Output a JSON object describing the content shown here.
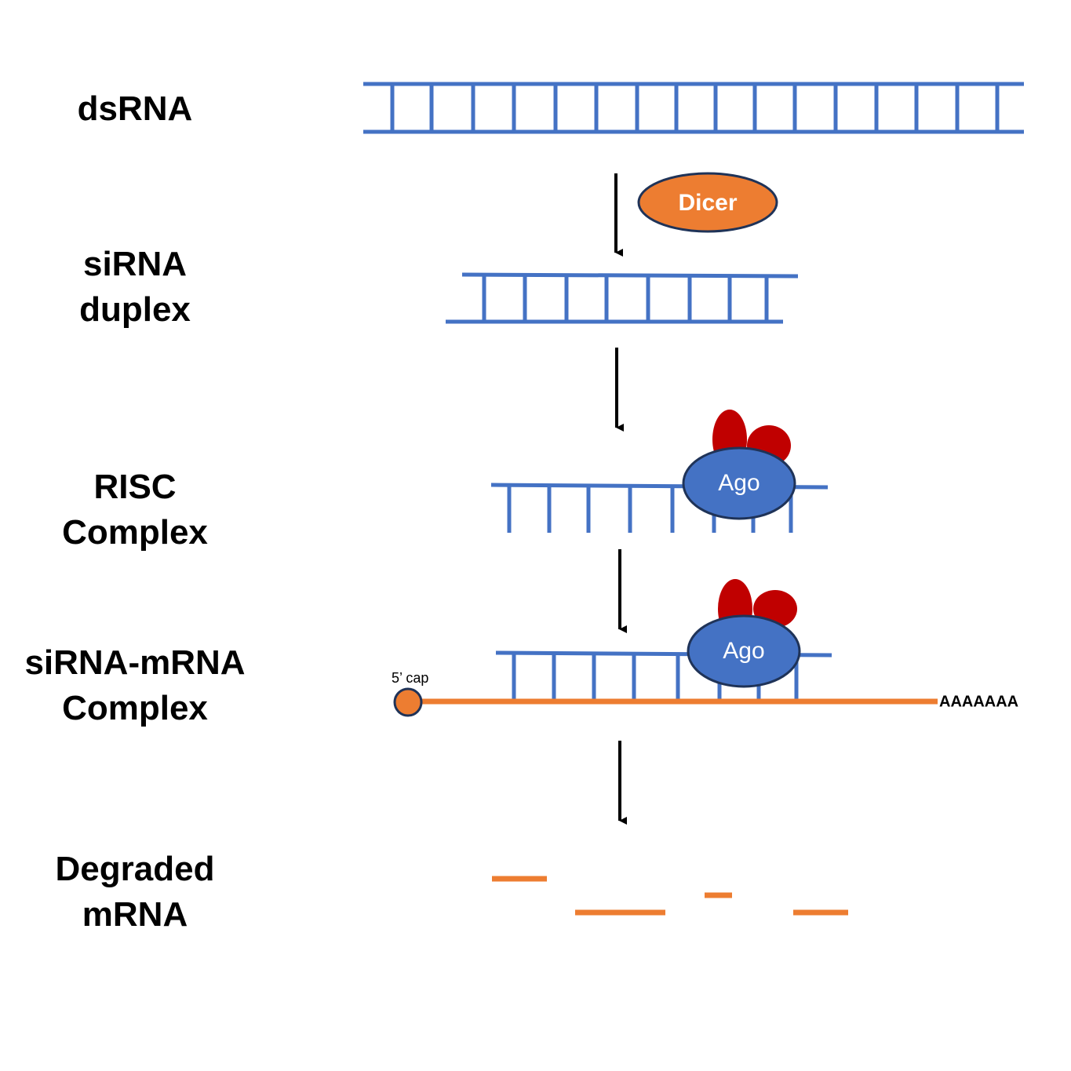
{
  "stages": [
    {
      "lines": [
        "dsRNA"
      ]
    },
    {
      "lines": [
        "siRNA",
        "duplex"
      ]
    },
    {
      "lines": [
        "RISC",
        "Complex"
      ]
    },
    {
      "lines": [
        "siRNA-mRNA",
        "Complex"
      ]
    },
    {
      "lines": [
        "Degraded",
        "mRNA"
      ]
    }
  ],
  "enzymes": {
    "dicer": "Dicer",
    "ago": "Ago"
  },
  "mrna": {
    "cap_label": "5’ cap",
    "polya_label": "AAAAAAA"
  },
  "colors": {
    "rna": "#4472C4",
    "mrna": "#ED7D31",
    "dicer": "#ED7D31",
    "ago": "#4472C4",
    "ago_lobes": "#C00000",
    "outline": "#1F3358",
    "arrow": "#000000"
  }
}
